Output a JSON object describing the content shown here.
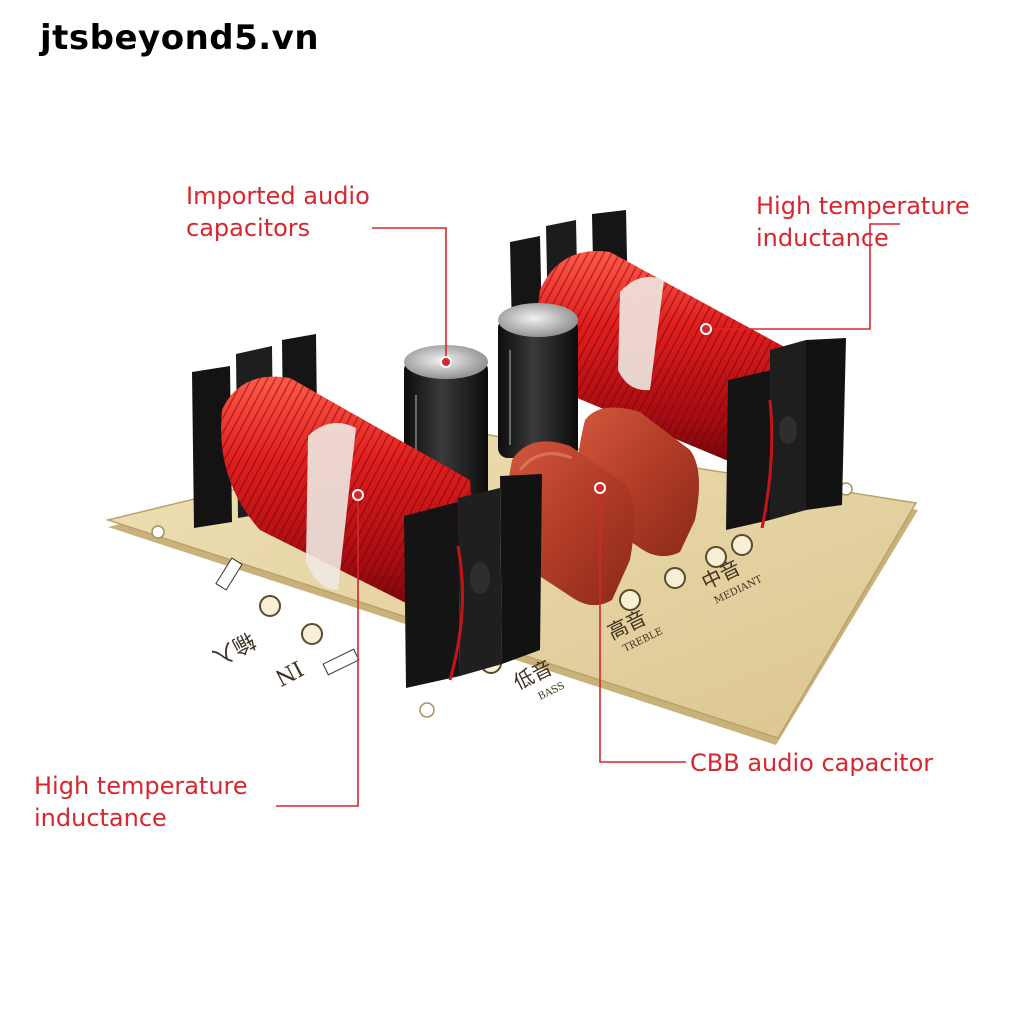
{
  "watermark": "jtsbeyond5.vn",
  "callouts": {
    "audio_capacitors": {
      "line1": "Imported audio",
      "line2": "capacitors"
    },
    "inductance_right": {
      "line1": "High temperature",
      "line2": "inductance"
    },
    "inductance_left": {
      "line1": "High temperature",
      "line2": "inductance"
    },
    "cbb_capacitor": {
      "line1": "CBB audio capacitor"
    }
  },
  "board_labels": {
    "bass_cn": "低音",
    "bass_en": "BASS",
    "treble_cn": "高音",
    "treble_en": "TREBLE",
    "mediant_cn": "中音",
    "mediant_en": "MEDIANT",
    "input_cn": "输入",
    "input_en": "IN"
  },
  "colors": {
    "callout_red": "#d8262e",
    "coil_copper": "#c8141a",
    "board": "#e8d6a4",
    "bobbin": "#1a1a1a",
    "cbb_capacitor": "#b8402a"
  }
}
